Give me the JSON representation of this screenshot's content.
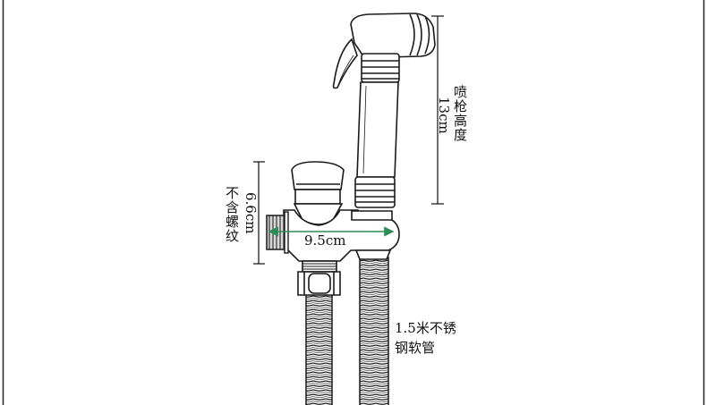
{
  "labels": {
    "spray_gun_height_name": "喷枪高度",
    "spray_gun_height_value": "13cm",
    "thread_name": "不含螺纹",
    "thread_value": "6.6cm",
    "valve_width": "9.5cm",
    "hose_line1": "1.5米不锈",
    "hose_line2": "钢软管"
  },
  "colors": {
    "outline": "#1a1a1a",
    "dimension_line": "#111111",
    "width_arrow": "#2e8b57",
    "background": "#ffffff"
  }
}
